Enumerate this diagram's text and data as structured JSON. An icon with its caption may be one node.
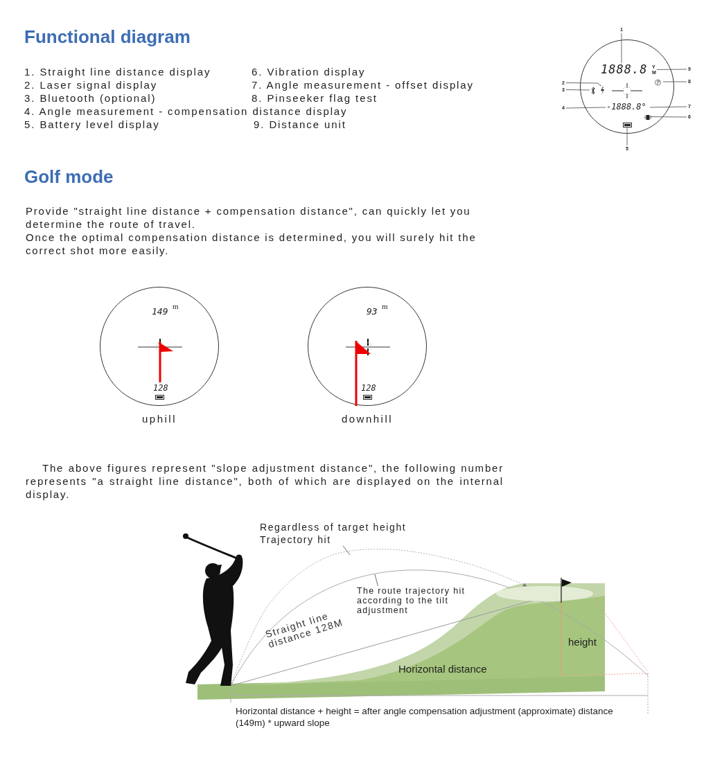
{
  "diagram": {
    "title": "Functional diagram",
    "nodes": [
      {
        "text": [],
        "shape": "circle"
      },
      {
        "text": [
          "1888.8"
        ],
        "in": 0
      },
      {
        "text": [
          "Y",
          "M"
        ],
        "in": 0
      },
      {
        "text": [],
        "shape": "picture",
        "in": 0
      },
      {
        "text": [],
        "shape": "picture",
        "in": 0
      },
      {
        "text": [
          "-1888.8°"
        ],
        "in": 0
      },
      {
        "text": [],
        "shape": "box",
        "in": 0
      },
      {
        "text": [],
        "shape": "picture",
        "in": 0
      },
      {
        "text": [],
        "shape": "picture",
        "in": 0
      },
      {
        "text": [
          "1"
        ]
      },
      {
        "text": [
          "2"
        ]
      },
      {
        "text": [
          "3"
        ]
      },
      {
        "text": [
          "4"
        ]
      },
      {
        "text": [
          "5"
        ]
      },
      {
        "text": [
          "6"
        ]
      },
      {
        "text": [
          "7"
        ]
      },
      {
        "text": [
          "8"
        ]
      },
      {
        "text": [
          "9"
        ]
      },
      {
        "text": [
          "149",
          "m",
          "128"
        ],
        "beside": [
          "uphill"
        ]
      },
      {
        "text": [
          "93",
          "m",
          "128"
        ],
        "beside": [
          "downhill"
        ]
      },
      {
        "text": [
          "Regardless of target height Trajectory hit"
        ]
      },
      {
        "text": [
          "The route trajectory hit according to the tilt adjustment"
        ]
      },
      {
        "text": [],
        "shape": "person"
      },
      {
        "text": [],
        "shape": "circle"
      }
    ],
    "edges": [
      {
        "from": 9,
        "to": 1,
        "arrow": "none"
      },
      {
        "from": 10,
        "to": 3,
        "arrow": "none"
      },
      {
        "from": 11,
        "to": 4,
        "arrow": "none"
      },
      {
        "from": 12,
        "to": 5,
        "arrow": "none"
      },
      {
        "from": 13,
        "to": 8,
        "arrow": "none"
      },
      {
        "from": 14,
        "to": 6,
        "arrow": "none"
      },
      {
        "from": 15,
        "to": 5,
        "arrow": "none"
      },
      {
        "from": 16,
        "to": 7,
        "arrow": "none"
      },
      {
        "from": 17,
        "to": 2,
        "arrow": "none"
      },
      {
        "from": 20,
        "to": null,
        "arrow": "none"
      },
      {
        "from": 21,
        "to": null,
        "arrow": "none"
      },
      {
        "from": 22,
        "to": 23,
        "arrow": "to",
        "style": "dashed",
        "color": "#999999"
      }
    ],
    "labels": [
      "1. Straight line distance display",
      "2. Laser signal display",
      "3. Bluetooth (optional)",
      "4. Angle measurement - compensation distance display",
      "5. Battery level display",
      "6. Vibration display",
      "7. Angle measurement - offset display",
      "8. Pinseeker flag test",
      "9. Distance unit",
      "Golf mode",
      "Provide \"straight line distance + compensation distance\", can quickly let you determine the route of travel.",
      "Once the optimal compensation distance is determined, you will surely hit the correct shot more easily.",
      "The above figures represent \"slope adjustment distance\", the following number represents \"a straight line distance\", both of which are displayed on the internal display.",
      "Straight line distance 128M",
      "Horizontal distance",
      "height",
      "Horizontal distance + height = after angle compensation adjustment (approximate) distance (149m) * upward slope"
    ]
  }
}
